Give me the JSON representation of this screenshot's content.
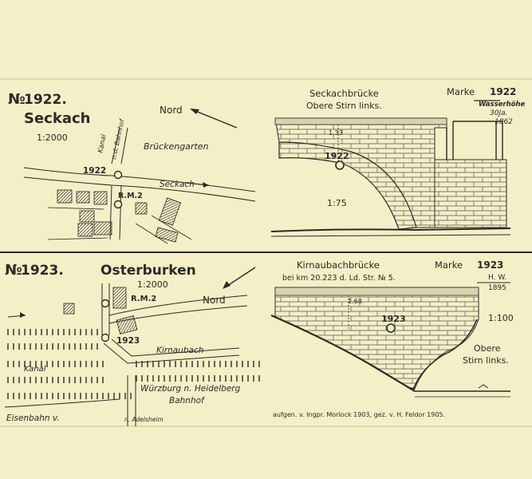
{
  "panel_1922": {
    "number_prefix": "№",
    "number": "1922.",
    "place": "Seckach",
    "map_scale": "1:2000",
    "north_label": "Nord",
    "labels": {
      "garden": "Brückengarten",
      "stream": "Seckach",
      "canal_vertical": "Kanal",
      "to_station": "n.d. Bahnhof",
      "mark_label": "1922",
      "rm_label": "R.M.2"
    },
    "bridge": {
      "title_line1": "Seckachbrücke",
      "title_line2": "Obere Stirn links.",
      "marke_label": "Marke",
      "marke_number": "1922",
      "high_water_label": "Wasserhöhe",
      "high_water_date": "30Ja.",
      "high_water_year": "1862",
      "dimension": "1.33",
      "mark_on_arch": "1922",
      "scale": "1:75"
    }
  },
  "panel_1923": {
    "number_prefix": "№",
    "number": "1923.",
    "place": "Osterburken",
    "map_scale": "1:2000",
    "north_label": "Nord",
    "labels": {
      "rm_label": "R.M.2",
      "mark_label": "1923",
      "stream": "Kirnaubach",
      "canal": "Kanal",
      "railway_line1": "Würzburg n. Heidelberg",
      "railway_line2": "Bahnhof",
      "railway_left": "Eisenbahn v.",
      "adelsheim": "n. Adelsheim"
    },
    "bridge": {
      "title": "Kirnaubachbrücke",
      "location": "bei km 20.223 d. Ld. Str. № 5.",
      "marke_label": "Marke",
      "marke_number": "1923",
      "hw_label": "H. W.",
      "hw_year": "1895",
      "dimension": "1.68",
      "mark_on_wall": "1923",
      "scale": "1:100",
      "face_line1": "Obere",
      "face_line2": "Stirn links."
    }
  },
  "footer": {
    "credit": "aufgen. v. Ingpr. Morlock 1903, gez. v. H. Feldor 1905."
  },
  "colors": {
    "paper": "#f4efc6",
    "ink": "#2a2a2a",
    "shade": "#6d6d6d"
  }
}
